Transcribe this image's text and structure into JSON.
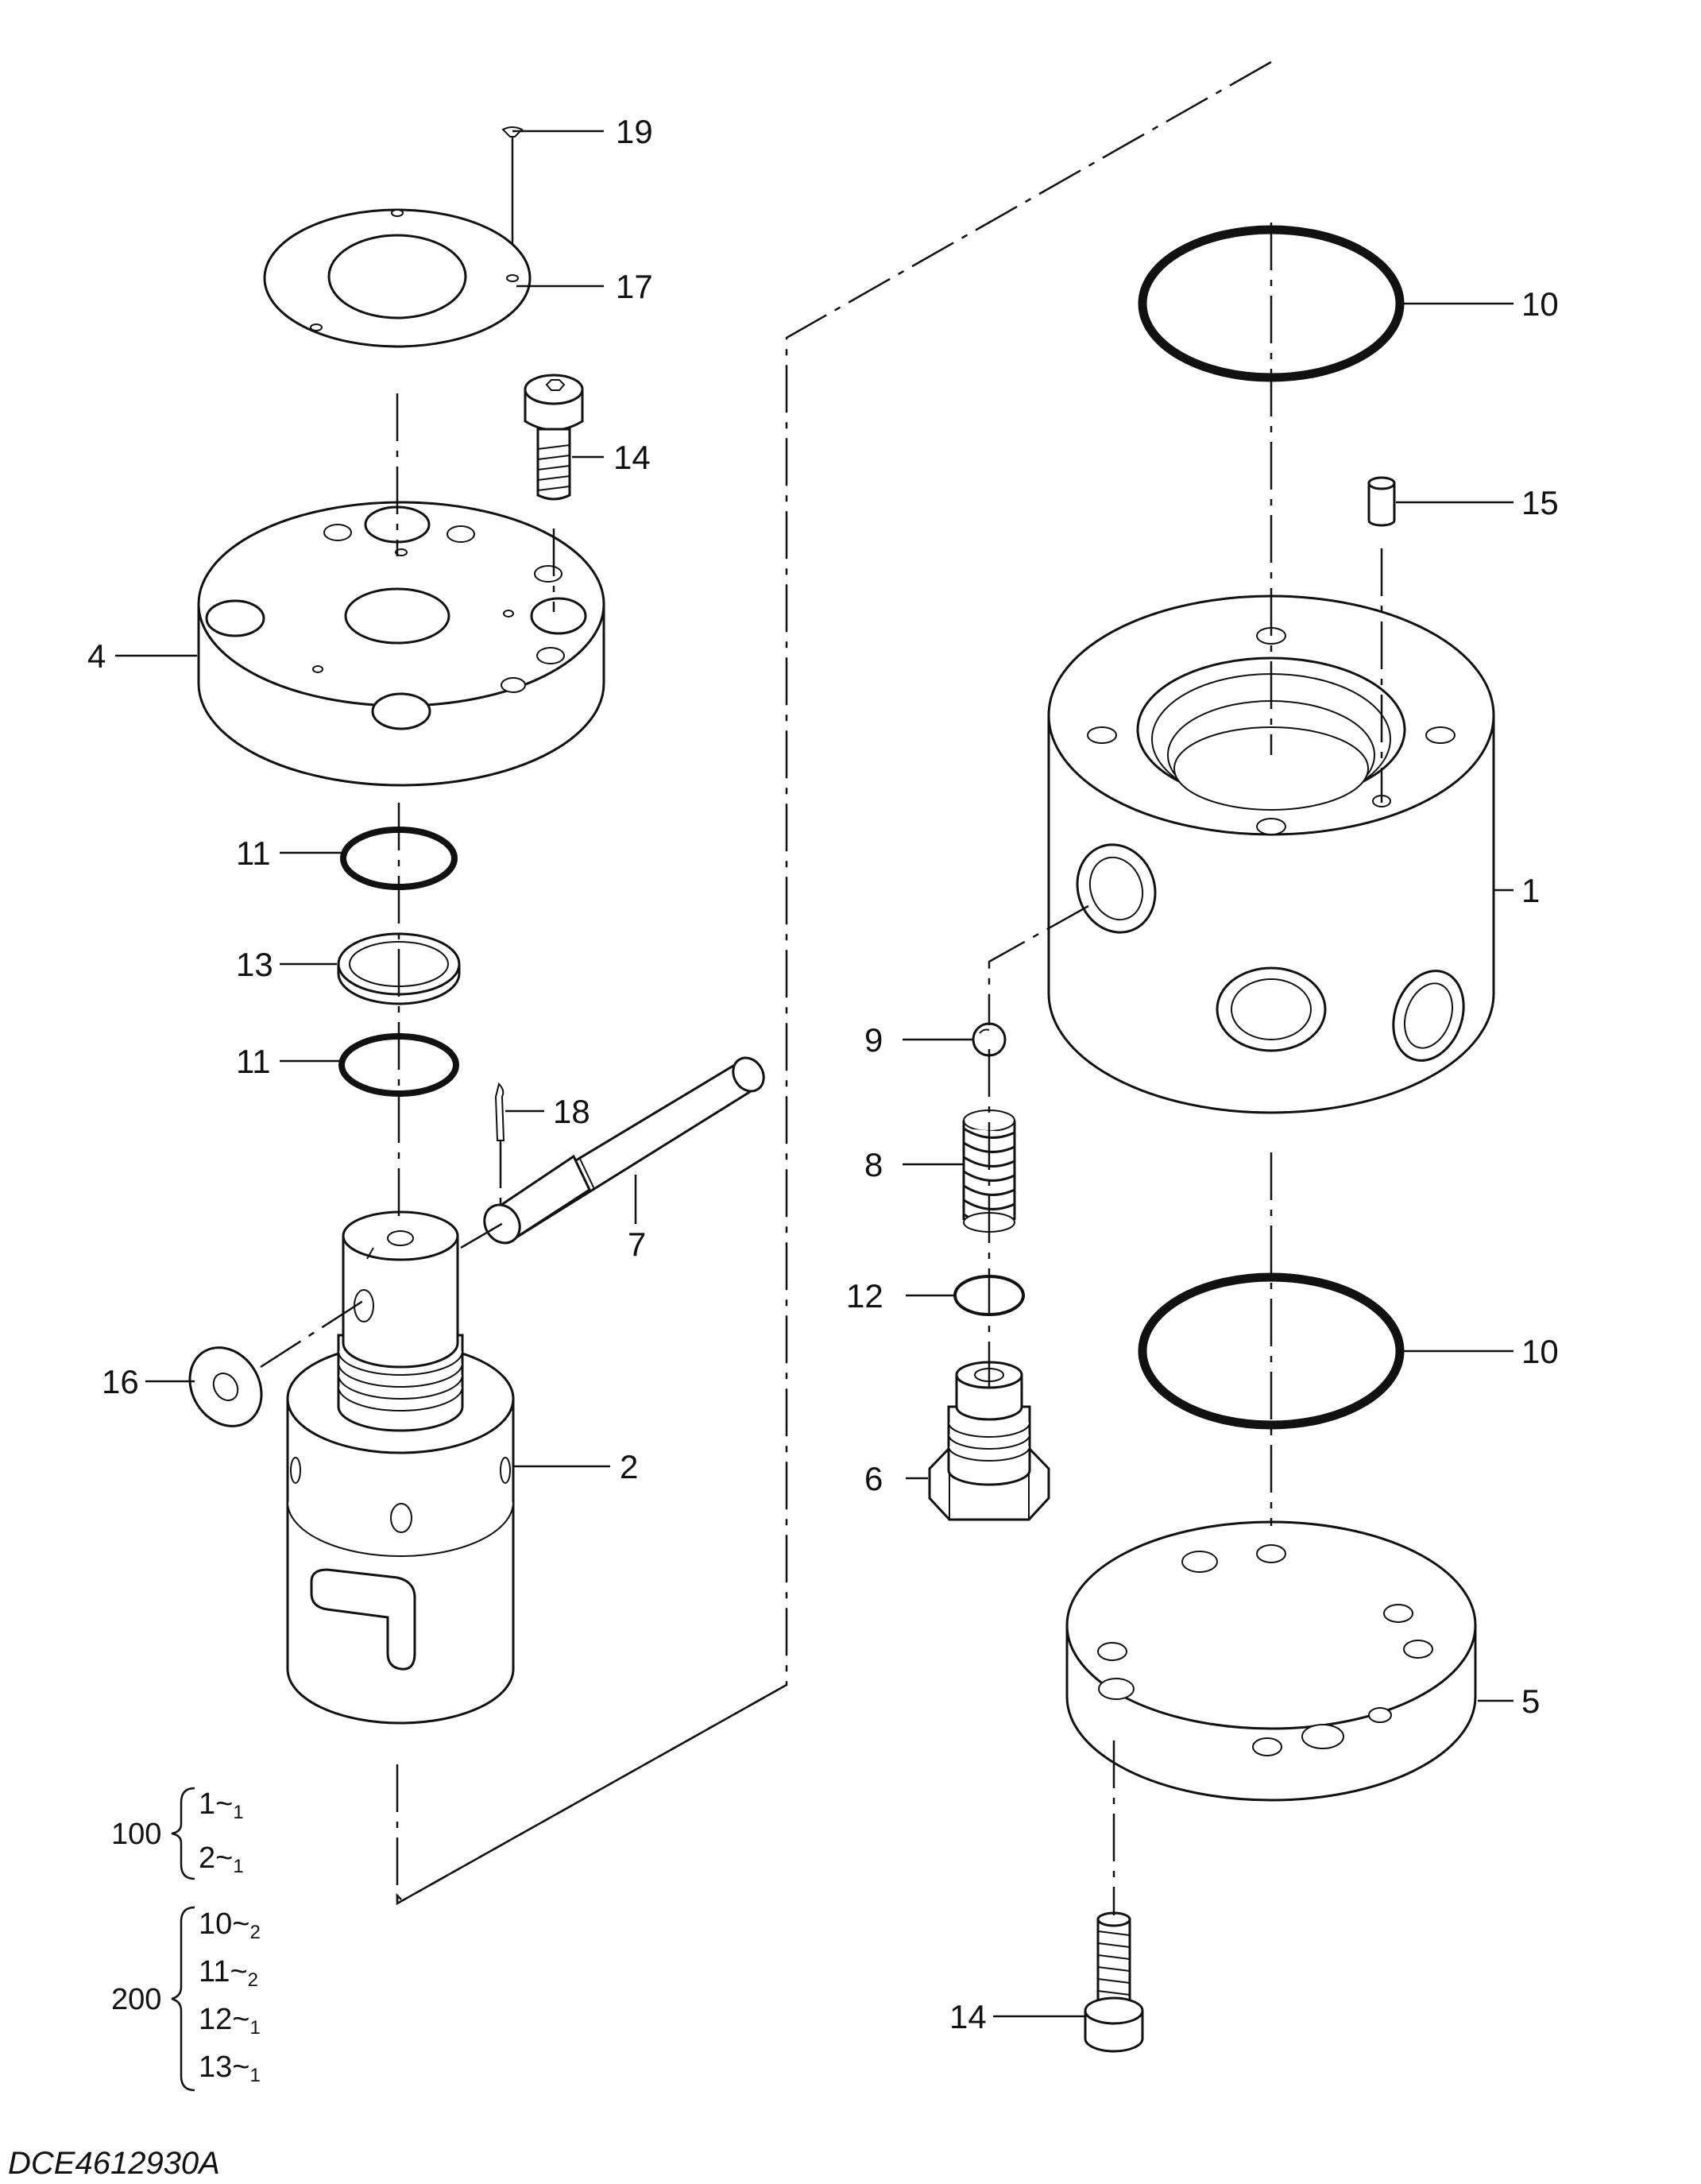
{
  "callouts": {
    "c19": "19",
    "c17": "17",
    "c14a": "14",
    "c4": "4",
    "c11a": "11",
    "c13": "13",
    "c11b": "11",
    "c18": "18",
    "c7": "7",
    "c16": "16",
    "c2": "2",
    "c10a": "10",
    "c15": "15",
    "c1": "1",
    "c9": "9",
    "c8": "8",
    "c12": "12",
    "c6": "6",
    "c10b": "10",
    "c5": "5",
    "c14b": "14"
  },
  "kits": {
    "k100": {
      "label": "100",
      "items": [
        {
          "part": "1~",
          "qty": "1"
        },
        {
          "part": "2~",
          "qty": "1"
        }
      ]
    },
    "k200": {
      "label": "200",
      "items": [
        {
          "part": "10~",
          "qty": "2"
        },
        {
          "part": "11~",
          "qty": "2"
        },
        {
          "part": "12~",
          "qty": "1"
        },
        {
          "part": "13~",
          "qty": "1"
        }
      ]
    }
  },
  "drawing_ref": "DCE4612930A"
}
